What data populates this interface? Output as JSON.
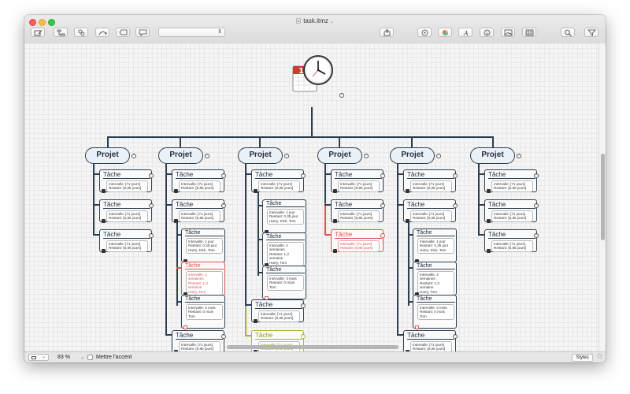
{
  "window": {
    "title": "task.itmz",
    "title_chevron": "⌄"
  },
  "toolbar": {
    "buttons": [
      "edit-notes",
      "topics",
      "links",
      "relationship",
      "callout",
      "comment",
      "share",
      "tags",
      "color",
      "font",
      "emoji",
      "image",
      "table",
      "search",
      "filter"
    ]
  },
  "map": {
    "project_label": "Projet",
    "task_label": "Tâche",
    "fold_minus": "−",
    "fold_plus": "+",
    "notes": {
      "default": "Intervalle: [71 jours]\nRestant: [6,85 jours]",
      "one_day": "Intervalle: 1 jour\nRestant: 0,35 jour\nHarry, Dick, Tom",
      "two_weeks": "Intervalle: 2 semaines\nRestant: 1,3 semaine\nHarry, Tom",
      "three_months": "Intervalle: 3 mois\nRestant: 0 mois\nTom"
    }
  },
  "statusbar": {
    "zoom": "83 %",
    "zoom_dropdown": "⌄",
    "accent_label": "Mettre l'accent",
    "styles_label": "Styles",
    "star": "☆"
  },
  "colors": {
    "branch": "#2c3e50",
    "highlight_red": "#d9534f",
    "highlight_yellow": "#a9b81f"
  }
}
